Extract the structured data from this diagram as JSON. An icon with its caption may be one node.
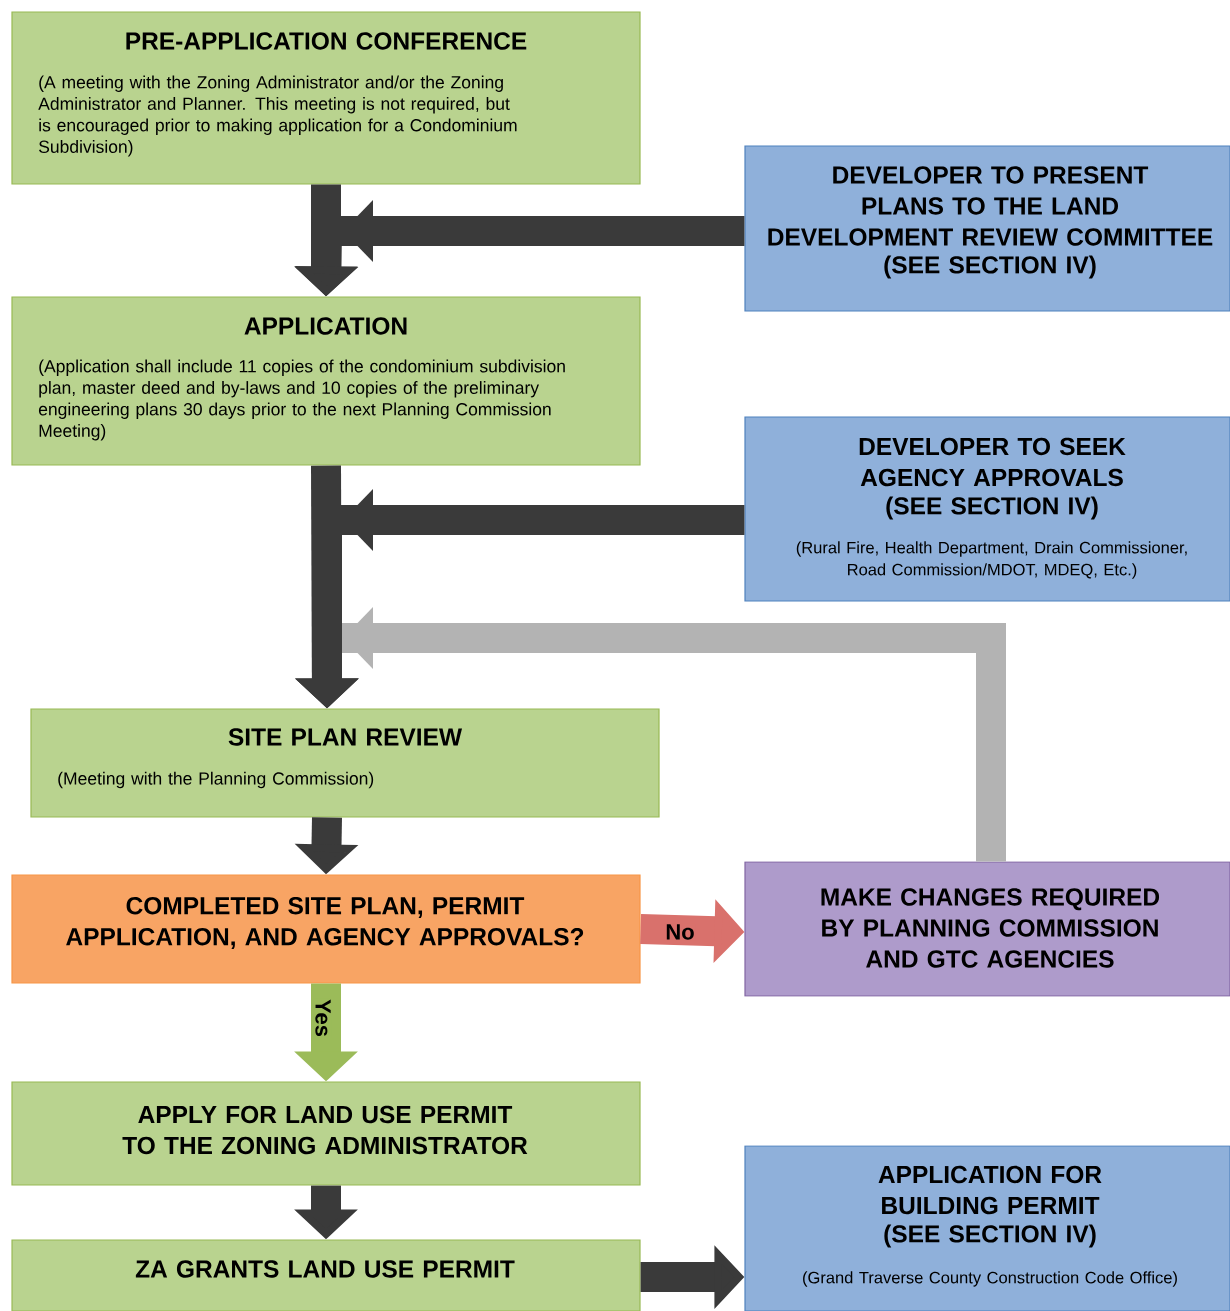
{
  "diagram": {
    "nodes": [
      {
        "text": [
          "PRE-APPLICATION CONFERENCE",
          "(A meeting with the Zoning Administrator and/or the Zoning Administrator and Planner. This meeting is not required, but is encouraged prior to making application for a Condominium Subdivision)"
        ]
      },
      {
        "text": [
          "DEVELOPER TO PRESENT PLANS TO THE LAND DEVELOPMENT REVIEW COMMITTEE",
          "(SEE SECTION IV)"
        ]
      },
      {
        "text": [
          "APPLICATION",
          "(Application shall include 11 copies of the condominium subdivision plan, master deed and by-laws and 10 copies of the preliminary engineering plans 30 days prior to the next Planning Commission Meeting)"
        ]
      },
      {
        "text": [
          "DEVELOPER TO SEEK AGENCY APPROVALS",
          "(SEE SECTION IV)",
          "(Rural Fire, Health Department, Drain Commissioner, Road Commission/MDOT, MDEQ, Etc.)"
        ]
      },
      {
        "text": [
          "SITE PLAN REVIEW",
          "(Meeting with the Planning Commission)"
        ]
      },
      {
        "text": [
          "COMPLETED SITE PLAN, PERMIT APPLICATION, AND AGENCY APPROVALS?"
        ]
      },
      {
        "text": [
          "MAKE CHANGES REQUIRED BY PLANNING COMMISSION AND GTC AGENCIES"
        ]
      },
      {
        "text": [
          "APPLY FOR LAND USE PERMIT TO THE ZONING ADMINISTRATOR"
        ]
      },
      {
        "text": [
          "APPLICATION FOR BUILDING PERMIT",
          "(SEE SECTION IV)",
          "(Grand Traverse County Construction Code Office)"
        ]
      },
      {
        "text": [
          "ZA GRANTS LAND USE PERMIT"
        ]
      }
    ],
    "edges": [
      {
        "from": 0,
        "to": 2,
        "arrow": "to"
      },
      {
        "from": 1,
        "to": 2,
        "arrow": "to"
      },
      {
        "from": 2,
        "to": 4,
        "arrow": "to"
      },
      {
        "from": 3,
        "to": 4,
        "arrow": "to"
      },
      {
        "from": 6,
        "to": 4,
        "arrow": "to",
        "color": "#b3b3b3"
      },
      {
        "from": 4,
        "to": 5,
        "arrow": "to"
      },
      {
        "from": 5,
        "to": 6,
        "arrow": "to",
        "label": "No",
        "color": "#d9716c"
      },
      {
        "from": 5,
        "to": 7,
        "arrow": "to",
        "label": "Yes",
        "color": "#9bbb59"
      },
      {
        "from": 7,
        "to": 9,
        "arrow": "to"
      },
      {
        "from": 9,
        "to": 8,
        "arrow": "to"
      }
    ]
  }
}
